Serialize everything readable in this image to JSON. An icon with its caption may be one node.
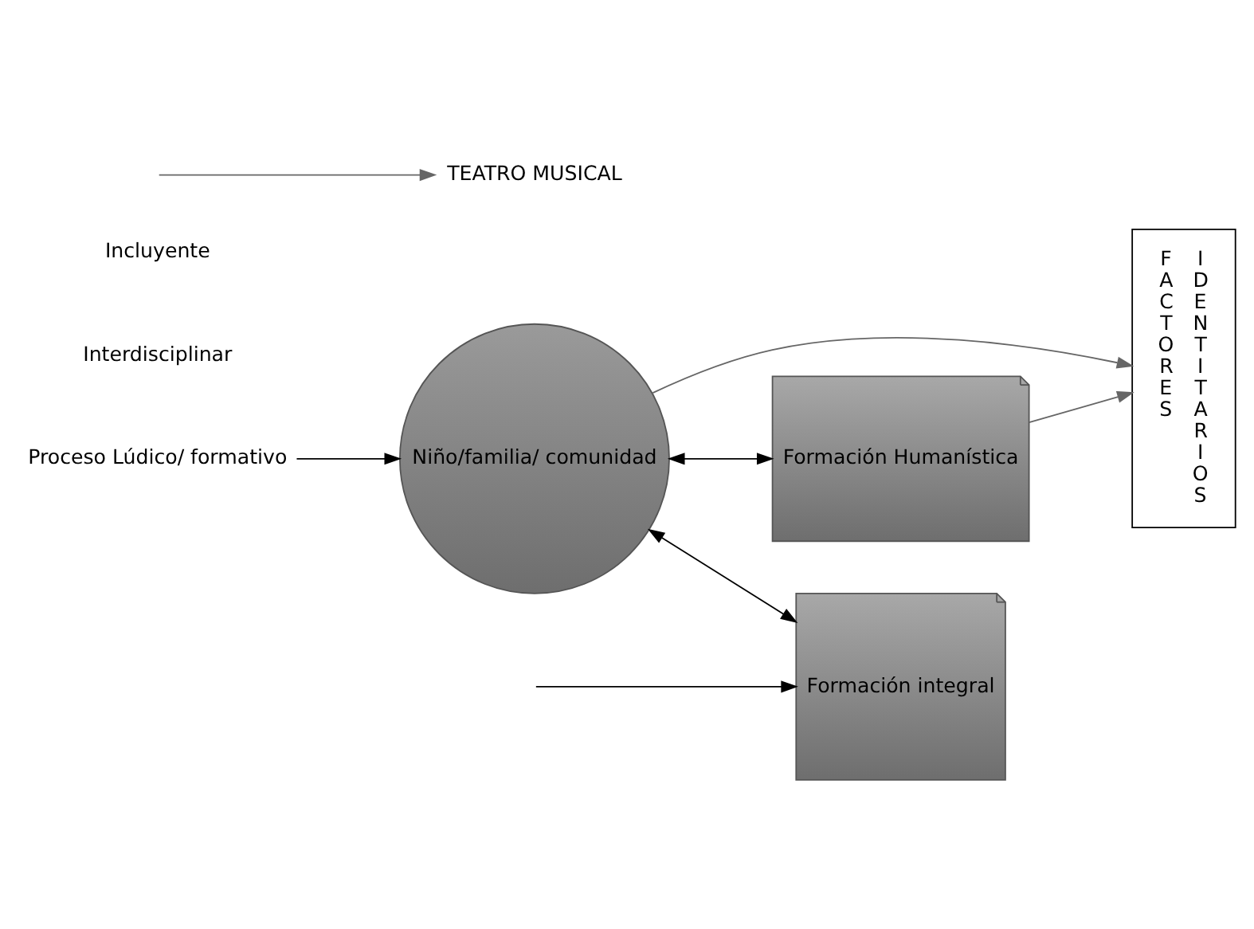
{
  "diagram": {
    "nodes": [
      {
        "text": [
          "Proceso Lúdico/ formativo"
        ]
      },
      {
        "text": [
          "Interdisciplinar"
        ]
      },
      {
        "text": [
          "Incluyente"
        ]
      },
      {
        "text": [
          "TEATRO MUSICAL"
        ]
      },
      {
        "text": [
          "Niño/familia/ comunidad"
        ]
      },
      {
        "text": [
          "FACTORES",
          "IDENTITARIOS"
        ]
      },
      {
        "text": [
          "Formación integral"
        ]
      },
      {
        "text": [
          "Formación Humanística"
        ]
      }
    ],
    "edges": [
      {
        "from": 0,
        "to": 4,
        "arrow": "to"
      },
      {
        "from": null,
        "to": 3,
        "arrow": "to",
        "color": "#666666"
      },
      {
        "from": 4,
        "to": 5,
        "arrow": "to",
        "color": "#666666"
      },
      {
        "from": 4,
        "to": 6,
        "arrow": "both"
      },
      {
        "from": 4,
        "to": 7,
        "arrow": "both"
      },
      {
        "from": null,
        "to": 6,
        "arrow": "to"
      },
      {
        "from": 7,
        "to": 5,
        "arrow": "to",
        "color": "#666666"
      }
    ]
  }
}
